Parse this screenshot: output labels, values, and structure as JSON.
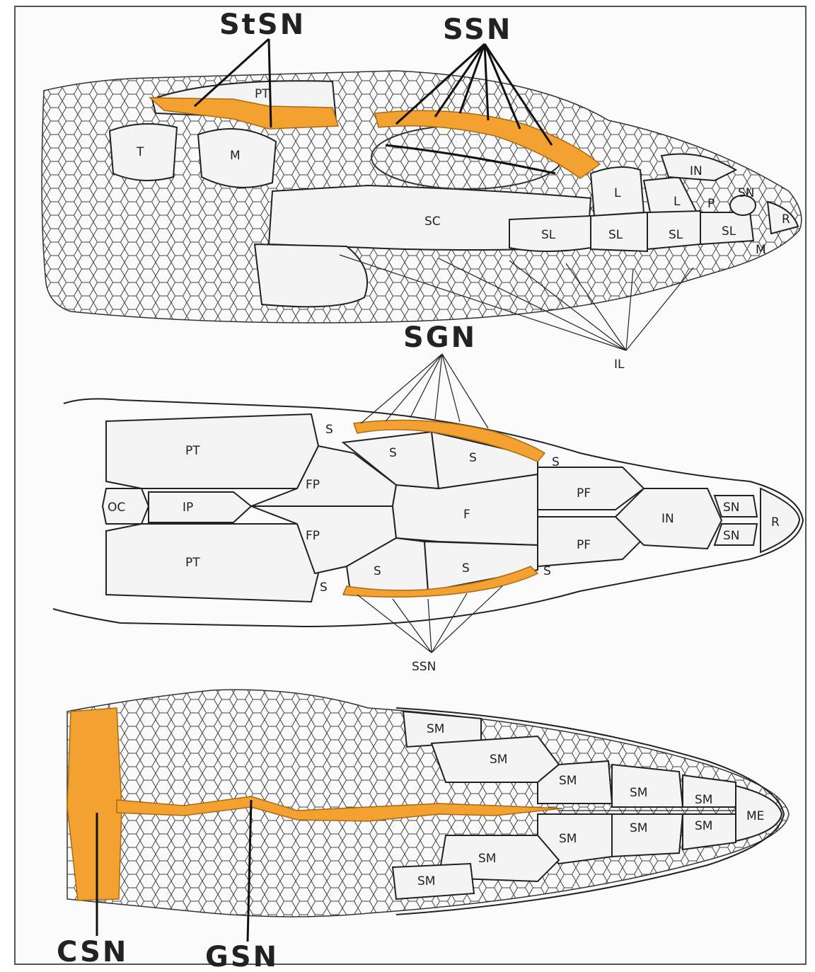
{
  "colors": {
    "highlight": "#f3a232",
    "line": "#222222",
    "background": "#fbfbfb"
  },
  "callouts": {
    "stsn": "StSN",
    "ssn_top": "SSN",
    "sgn": "SGN",
    "il": "IL",
    "ssn_bottom": "SSN",
    "csn": "CSN",
    "gsn": "GSN"
  },
  "lateral_view": {
    "labels": {
      "pt": "PT",
      "t": "T",
      "m": "M",
      "in": "IN",
      "sn": "SN",
      "l1": "L",
      "l2": "L",
      "p": "P",
      "r": "R",
      "sc": "SC",
      "sl1": "SL",
      "sl2": "SL",
      "sl3": "SL",
      "sl4": "SL",
      "m2": "M"
    }
  },
  "dorsal_view": {
    "labels": {
      "pt1": "PT",
      "pt2": "PT",
      "oc": "OC",
      "ip": "IP",
      "fp1": "FP",
      "fp2": "FP",
      "s1": "S",
      "s2": "S",
      "s3": "S",
      "s4": "S",
      "s5": "S",
      "s6": "S",
      "s7": "S",
      "s8": "S",
      "f": "F",
      "pf1": "PF",
      "pf2": "PF",
      "in": "IN",
      "sn1": "SN",
      "sn2": "SN",
      "r": "R"
    }
  },
  "ventral_view": {
    "labels": {
      "sm1": "SM",
      "sm2": "SM",
      "sm3": "SM",
      "sm4": "SM",
      "sm5": "SM",
      "sm6": "SM",
      "sm7": "SM",
      "sm8": "SM",
      "sm9": "SM",
      "sm10": "SM",
      "me": "ME"
    }
  }
}
